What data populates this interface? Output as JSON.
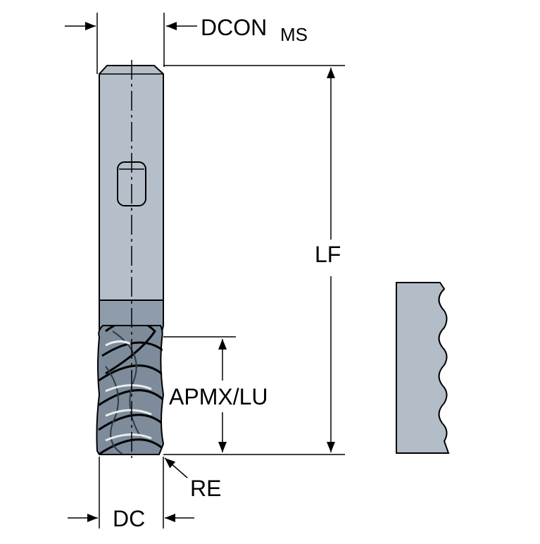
{
  "labels": {
    "dcon_main": "DCON",
    "dcon_sub": "MS",
    "lf": "LF",
    "apmx": "APMX/LU",
    "re": "RE",
    "dc": "DC"
  },
  "colors": {
    "shank": "#b5bfc9",
    "neck": "#8f9cab",
    "flute": "#7d8b9a",
    "profile": "#b3bdc8",
    "line": "#000000"
  }
}
